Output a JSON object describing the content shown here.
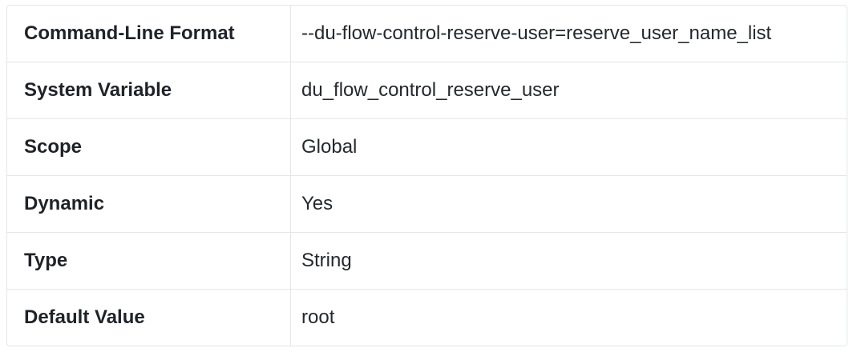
{
  "table": {
    "description": "system-variable-specification-table",
    "rows": [
      {
        "label": "Command-Line Format",
        "value": "--du-flow-control-reserve-user=reserve_user_name_list"
      },
      {
        "label": "System Variable",
        "value": "du_flow_control_reserve_user"
      },
      {
        "label": "Scope",
        "value": "Global"
      },
      {
        "label": "Dynamic",
        "value": "Yes"
      },
      {
        "label": "Type",
        "value": "String"
      },
      {
        "label": "Default Value",
        "value": "root"
      }
    ],
    "colors": {
      "border": "#e4e6e8",
      "label_text": "#1f2329",
      "value_text": "#24292e",
      "background": "#ffffff"
    }
  }
}
